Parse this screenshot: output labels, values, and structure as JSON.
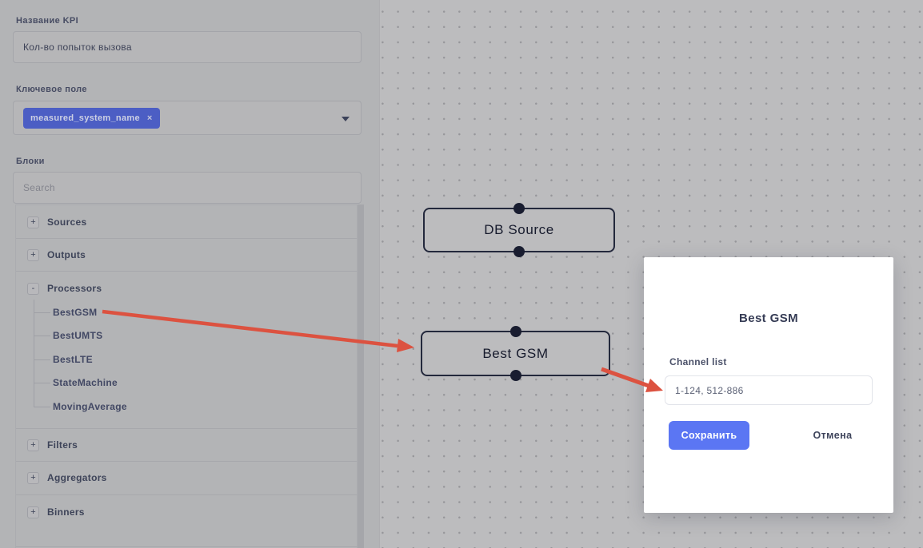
{
  "sidebar": {
    "kpi_name_label": "Название KPI",
    "kpi_name_value": "Кол-во попыток вызова",
    "key_field_label": "Ключевое поле",
    "key_field_tag": "measured_system_name",
    "tag_remove": "×",
    "blocks_label": "Блоки",
    "search_placeholder": "Search",
    "tree": {
      "groups": [
        {
          "sign": "+",
          "label": "Sources"
        },
        {
          "sign": "+",
          "label": "Outputs"
        },
        {
          "sign": "-",
          "label": "Processors"
        },
        {
          "sign": "+",
          "label": "Filters"
        },
        {
          "sign": "+",
          "label": "Aggregators"
        },
        {
          "sign": "+",
          "label": "Binners"
        }
      ],
      "processors_children": [
        "BestGSM",
        "BestUMTS",
        "BestLTE",
        "StateMachine",
        "MovingAverage"
      ]
    }
  },
  "canvas": {
    "nodes": [
      {
        "label": "DB Source"
      },
      {
        "label": "Best GSM"
      }
    ]
  },
  "modal": {
    "title": "Best GSM",
    "field_label": "Channel list",
    "field_value": "1-124, 512-886",
    "save_label": "Сохранить",
    "cancel_label": "Отмена"
  },
  "colors": {
    "accent": "#5b76f3",
    "tag_dimmed": "#4c5ec4",
    "arrow": "#dc5240",
    "node_border": "#23283c"
  }
}
